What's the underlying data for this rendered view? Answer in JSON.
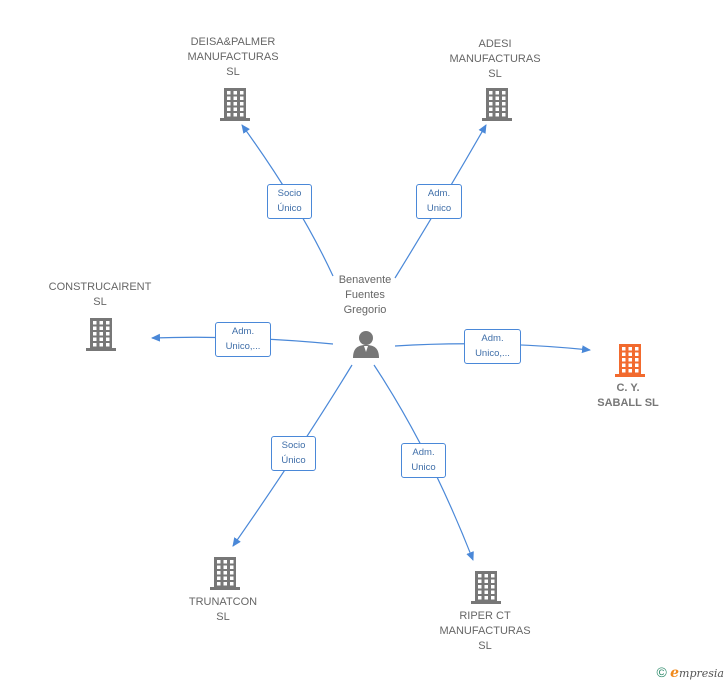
{
  "center_person": {
    "label": "Benavente\nFuentes\nGregorio",
    "icon": "person-icon"
  },
  "companies": [
    {
      "id": "deisa",
      "label": "DEISA&PALMER\nMANUFACTURAS\nSL",
      "highlight": false,
      "icon": "building-icon"
    },
    {
      "id": "adesi",
      "label": "ADESI\nMANUFACTURAS\nSL",
      "highlight": false,
      "icon": "building-icon"
    },
    {
      "id": "construcairent",
      "label": "CONSTRUCAIRENT\nSL",
      "highlight": false,
      "icon": "building-icon"
    },
    {
      "id": "cysaball",
      "label": "C. Y.\nSABALL  SL",
      "highlight": true,
      "icon": "building-icon"
    },
    {
      "id": "trunatcon",
      "label": "TRUNATCON\nSL",
      "highlight": false,
      "icon": "building-icon"
    },
    {
      "id": "riper",
      "label": "RIPER CT\nMANUFACTURAS\nSL",
      "highlight": false,
      "icon": "building-icon"
    }
  ],
  "relations": [
    {
      "to": "deisa",
      "label": "Socio\nÚnico"
    },
    {
      "to": "adesi",
      "label": "Adm.\nUnico"
    },
    {
      "to": "construcairent",
      "label": "Adm.\nUnico,..."
    },
    {
      "to": "cysaball",
      "label": "Adm.\nUnico,..."
    },
    {
      "to": "trunatcon",
      "label": "Socio\nÚnico"
    },
    {
      "to": "riper",
      "label": "Adm.\nUnico"
    }
  ],
  "colors": {
    "edge": "#4a88d8",
    "node": "#777777",
    "highlight": "#f26a2e"
  },
  "footer": {
    "copyright": "©",
    "brand_initial": "e",
    "brand_rest": "mpresia"
  }
}
